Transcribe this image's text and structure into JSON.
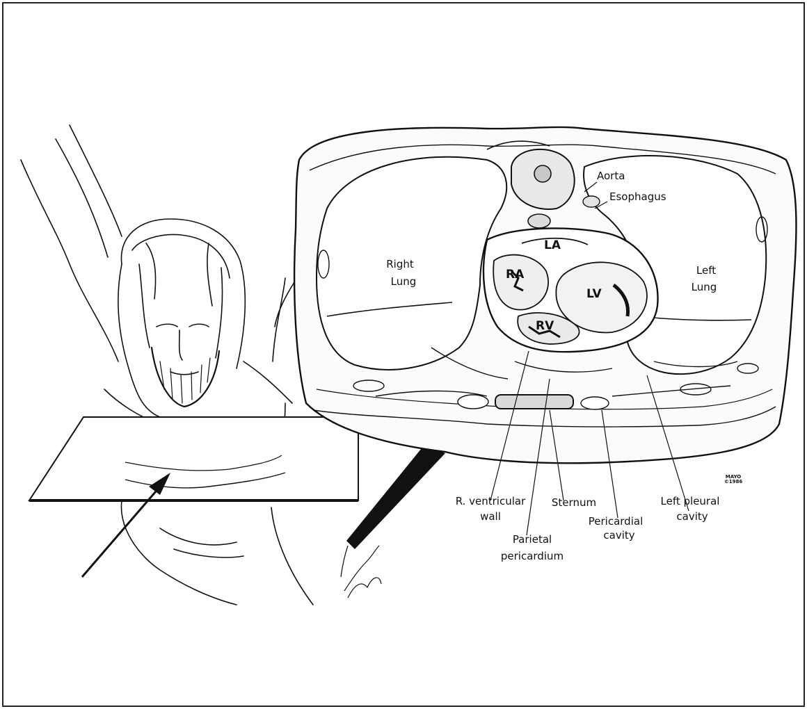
{
  "figure": {
    "labels": {
      "aorta": "Aorta",
      "esophagus": "Esophagus",
      "right_lung_1": "Right",
      "right_lung_2": "Lung",
      "left_lung_1": "Left",
      "left_lung_2": "Lung",
      "la": "LA",
      "ra": "RA",
      "lv": "LV",
      "rv": "RV",
      "r_ventricular_1": "R. ventricular",
      "r_ventricular_2": "wall",
      "parietal_1": "Parietal",
      "parietal_2": "pericardium",
      "sternum": "Sternum",
      "pericardial_1": "Pericardial",
      "pericardial_2": "cavity",
      "left_pleural_1": "Left pleural",
      "left_pleural_2": "cavity"
    },
    "mark": {
      "line1": "MAYO",
      "line2": "©1986"
    }
  }
}
